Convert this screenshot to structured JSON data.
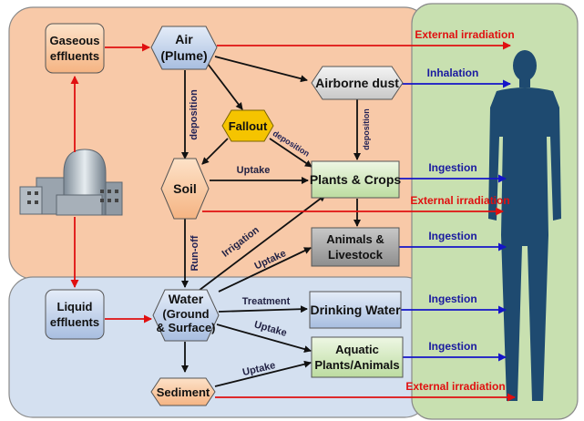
{
  "nodes": {
    "gaseous_effluents": [
      "Gaseous",
      "effluents"
    ],
    "air": [
      "Air",
      "(Plume)"
    ],
    "airborne_dust": "Airborne dust",
    "fallout": "Fallout",
    "soil": "Soil",
    "plants_crops": "Plants & Crops",
    "animals_livestock": [
      "Animals &",
      "Livestock"
    ],
    "liquid_effluents": [
      "Liquid",
      "effluents"
    ],
    "water": [
      "Water",
      "(Ground",
      "& Surface)"
    ],
    "drinking_water": "Drinking Water",
    "aquatic": [
      "Aquatic",
      "Plants/Animals"
    ],
    "sediment": "Sediment"
  },
  "edge_labels": {
    "deposition_left": "deposition",
    "deposition_fallout": "deposition",
    "deposition_dust": "deposition",
    "uptake_soil": "Uptake",
    "runoff": "Run-off",
    "irrigation": "Irrigation",
    "uptake_water_animals": "Uptake",
    "treatment": "Treatment",
    "uptake_water_aquatic": "Uptake",
    "uptake_sediment": "Uptake"
  },
  "exposure": {
    "ext1": "External irradiation",
    "inhalation": "Inhalation",
    "ingestion1": "Ingestion",
    "ext2": "External irradiation",
    "ingestion2": "Ingestion",
    "ingestion3": "Ingestion",
    "ingestion4": "Ingestion",
    "ext3": "External irradiation"
  },
  "colors": {
    "top_region": "#f8c9a8",
    "bottom_region": "#d4e0f0",
    "green_region": "#c8e0b0",
    "fallout": "#f5c400",
    "red_arrow": "#e01010",
    "blue_arrow": "#1515c8",
    "human": "#1e4a70"
  }
}
